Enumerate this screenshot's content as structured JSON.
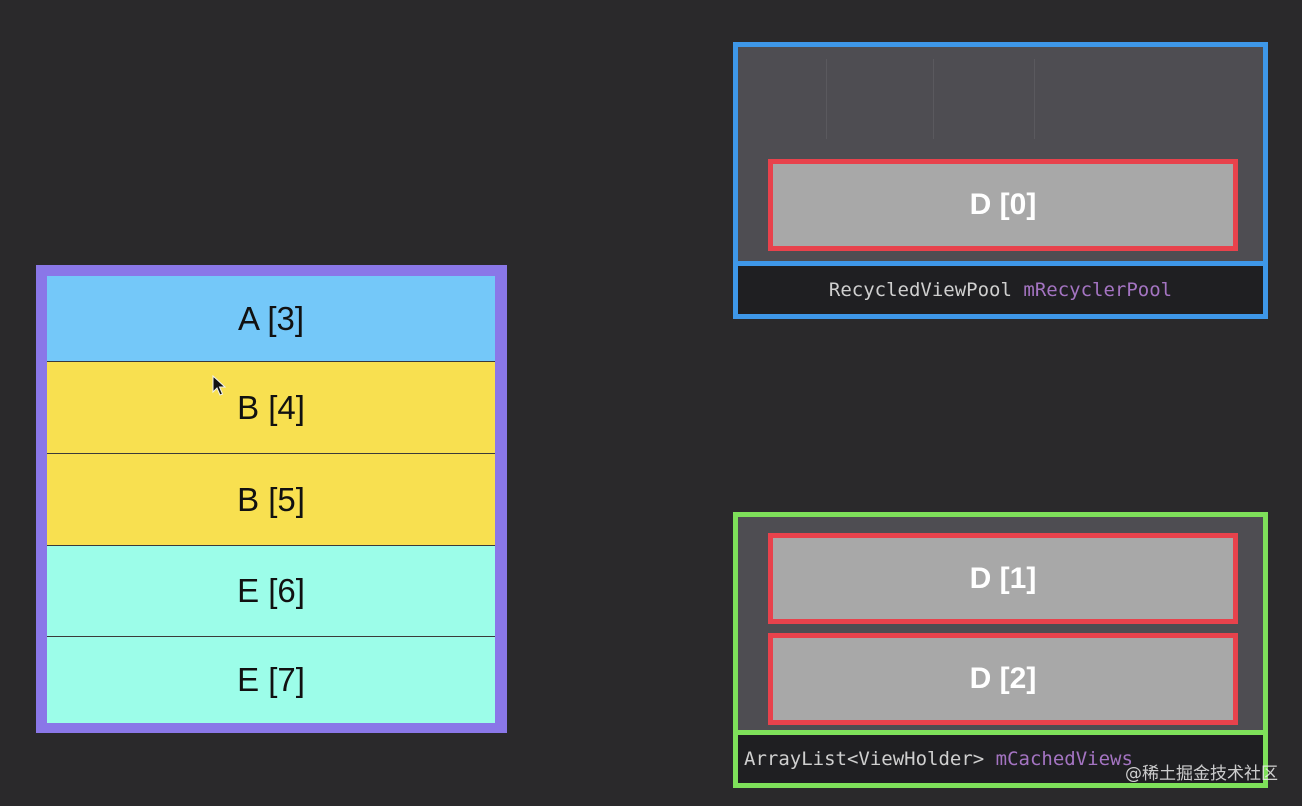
{
  "recycler_view": {
    "items": [
      {
        "label": "A [3]",
        "color": "#74c8f9"
      },
      {
        "label": "B [4]",
        "color": "#f8e050"
      },
      {
        "label": "B [5]",
        "color": "#f8e050"
      },
      {
        "label": "E [6]",
        "color": "#9cfde9"
      },
      {
        "label": "E [7]",
        "color": "#9cfde9"
      }
    ],
    "frame_color": "#8a77e8"
  },
  "recycled_view_pool": {
    "type_label": "RecycledViewPool",
    "var_label": "mRecyclerPool",
    "frame_color": "#3e97e8",
    "holders": [
      {
        "label": "D [0]"
      }
    ]
  },
  "cached_views": {
    "type_label": "ArrayList<ViewHolder>",
    "var_label": "mCachedViews",
    "frame_color": "#7ee05a",
    "holders": [
      {
        "label": "D [1]"
      },
      {
        "label": "D [2]"
      }
    ]
  },
  "holder_border_color": "#e8424c",
  "watermark": "@稀土掘金技术社区"
}
